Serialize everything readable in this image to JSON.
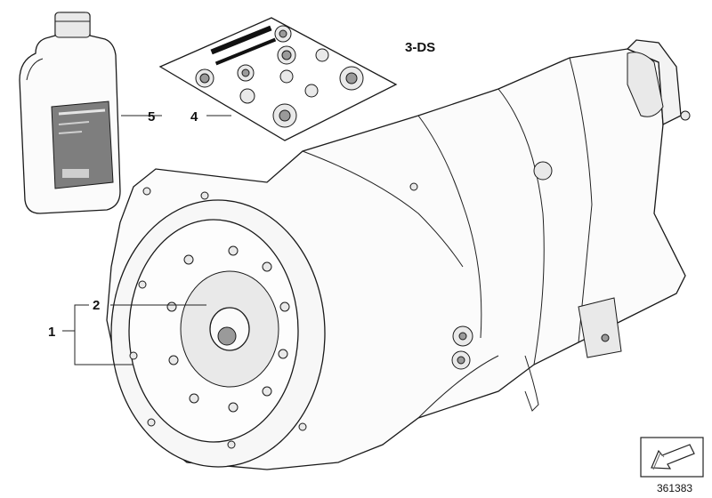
{
  "diagram": {
    "callouts": {
      "one": "1",
      "two": "2",
      "four": "4",
      "five": "5",
      "variant": "3-DS"
    },
    "reference_number": "361383",
    "icon": "direction-arrow-icon"
  }
}
